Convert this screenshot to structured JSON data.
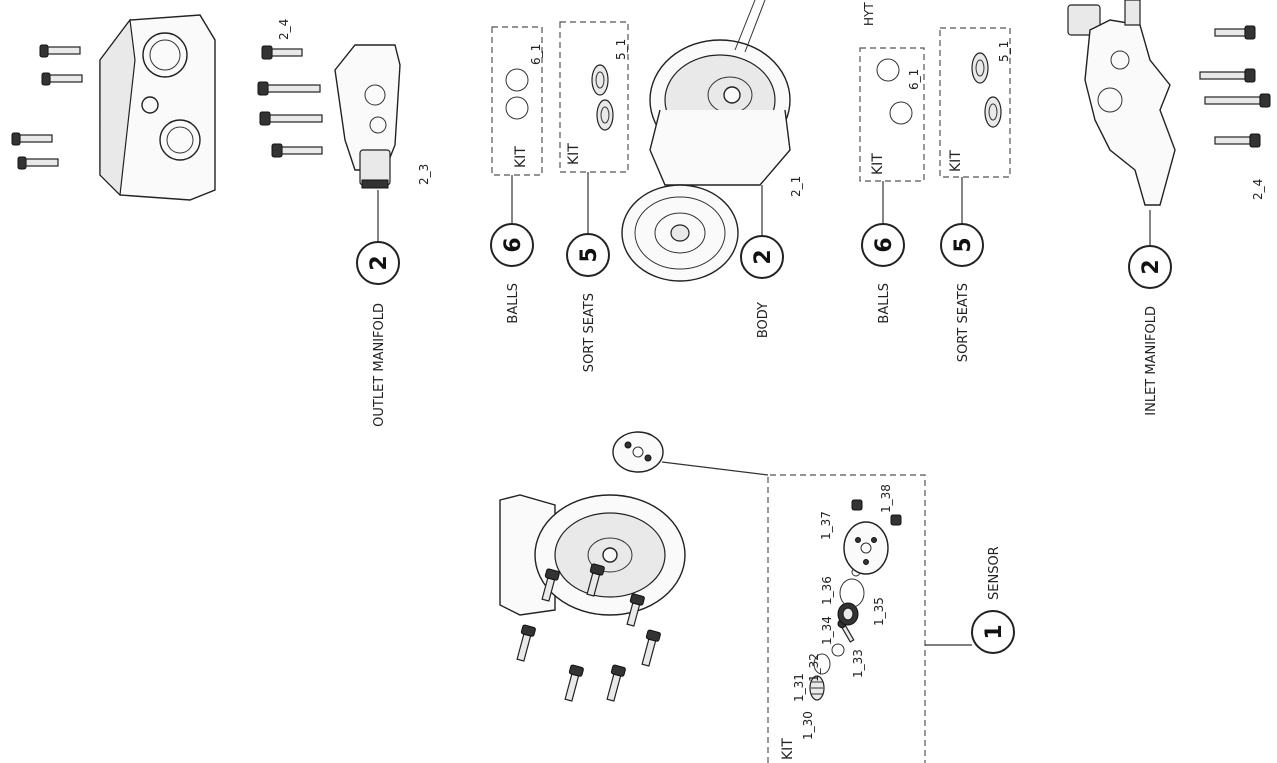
{
  "groups": {
    "outlet_manifold": {
      "number": "2",
      "name": "OUTLET MANIFOLD",
      "part_a": "2_4",
      "part_b": "2_3"
    },
    "balls_left": {
      "number": "6",
      "name": "BALLS",
      "kit": "KIT",
      "part": "6_1"
    },
    "seats_left": {
      "number": "5",
      "name": "SORT SEATS",
      "kit": "KIT",
      "part": "5_1"
    },
    "body": {
      "number": "2",
      "name": "BODY",
      "part": "2_1",
      "partial_label": "HYT"
    },
    "balls_right": {
      "number": "6",
      "name": "BALLS",
      "kit": "KIT",
      "part": "6_1"
    },
    "seats_right": {
      "number": "5",
      "name": "SORT SEATS",
      "kit": "KIT",
      "part": "5_1"
    },
    "inlet_manifold": {
      "number": "2",
      "name": "INLET MANIFOLD",
      "part": "2_4"
    },
    "sensor": {
      "number": "1",
      "name": "SENSOR",
      "kit": "KIT",
      "parts": [
        "1_30",
        "1_31",
        "1_32",
        "1_33",
        "1_34",
        "1_35",
        "1_36",
        "1_37",
        "1_38"
      ]
    }
  }
}
